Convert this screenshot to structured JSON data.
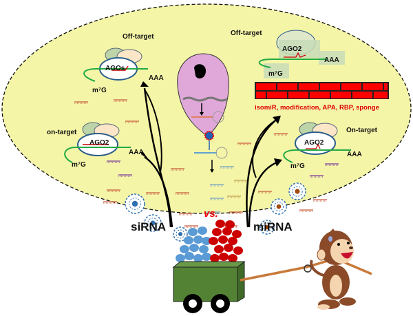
{
  "diagram": {
    "left_panel": {
      "off_target": {
        "heading": "Off-target",
        "protein": "AGOs",
        "tail": "AAA",
        "cap": "m⁷G"
      },
      "on_target": {
        "heading": "on-target",
        "protein": "AGO2",
        "tail": "AAA",
        "cap": "m⁷G"
      },
      "label": "siRNA"
    },
    "right_panel": {
      "off_target": {
        "heading": "Off-target",
        "protein": "AGO2",
        "tail": "AAA",
        "cap": "m⁷G"
      },
      "barrier_text": "isomiR, modification,  APA, RBP, sponge",
      "on_target": {
        "heading": "On-target",
        "protein": "AGO2",
        "tail": "AAA",
        "cap": "m⁷G"
      },
      "label": "miRNA"
    },
    "comparison": "vs.",
    "colors": {
      "cell_background": "#f5f5a8",
      "nucleus_cell": "#e0a8d8",
      "mrna": "#22aa44",
      "brick": "#ff0000",
      "barrier_text": "#e00000",
      "sirna_balls": "#5b9bd5",
      "mirna_balls": "#cc0000",
      "cart": "#548235"
    }
  }
}
